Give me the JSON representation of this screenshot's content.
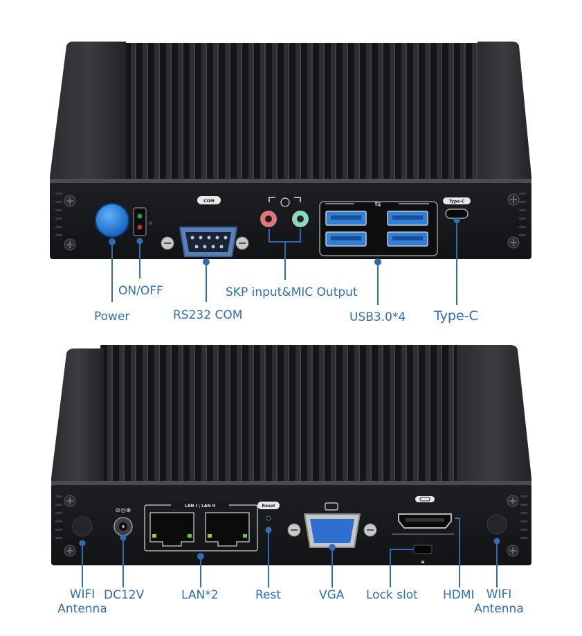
{
  "top_panel": {
    "port_markings": {
      "com": "COM",
      "typec": "Type-C"
    },
    "labels": {
      "on_off": "ON/OFF",
      "power": "Power",
      "rs232": "RS232 COM",
      "audio": "SKP input&MIC Output",
      "usb": "USB3.0*4",
      "typec": "Type-C"
    }
  },
  "bottom_panel": {
    "port_markings": {
      "lan": "LAN I  \\  LAN II",
      "reset": "Reset"
    },
    "labels": {
      "wifi_left_1": "WIFI",
      "wifi_left_2": "Antenna",
      "dc": "DC12V",
      "lan": "LAN*2",
      "reset": "Rest",
      "vga": "VGA",
      "lock": "Lock slot",
      "hdmi": "HDMI",
      "wifi_right_1": "WIFI",
      "wifi_right_2": "Antenna"
    }
  },
  "colors": {
    "label_blue": "#2f6db3",
    "case_black": "#17181a",
    "usb_blue": "#2f7fd6"
  }
}
